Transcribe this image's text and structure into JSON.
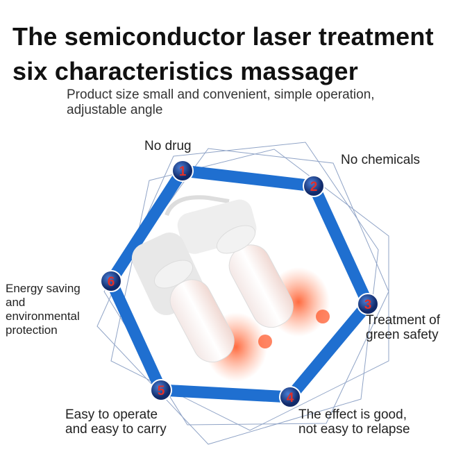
{
  "title_line1": "The semiconductor laser treatment",
  "title_line2": "six characteristics massager",
  "subtitle_line1": "Product size small and convenient, simple operation,",
  "subtitle_line2": "adjustable angle",
  "features": [
    {
      "number": "1",
      "lines": [
        "No drug"
      ]
    },
    {
      "number": "2",
      "lines": [
        "No chemicals"
      ]
    },
    {
      "number": "3",
      "lines": [
        "Treatment of",
        "green safety"
      ]
    },
    {
      "number": "4",
      "lines": [
        "The effect is good,",
        "not easy to relapse"
      ]
    },
    {
      "number": "5",
      "lines": [
        "Easy to operate",
        "and easy to carry"
      ]
    },
    {
      "number": "6",
      "lines": [
        "Energy saving",
        "and",
        "environmental",
        "protection"
      ]
    }
  ],
  "colors": {
    "hexagon": "#1f6fd0",
    "badge": "#17357a",
    "number": "#e0302a",
    "glow": "#ff6a3c"
  }
}
